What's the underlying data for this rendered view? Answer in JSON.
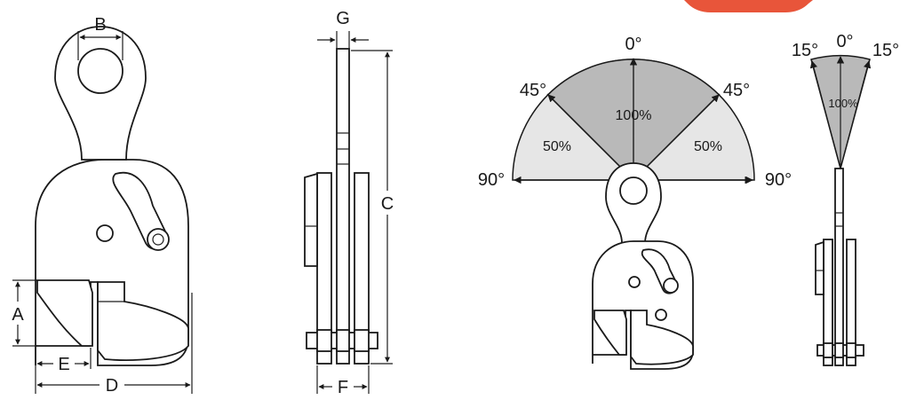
{
  "colors": {
    "outline": "#1a1a1a",
    "zone_full": "#b9b9b9",
    "zone_half": "#e6e6e6",
    "badge": "#e8553a"
  },
  "dimensions": {
    "a": "A",
    "b": "B",
    "c": "C",
    "d": "D",
    "e": "E",
    "f": "F",
    "g": "G"
  },
  "angles": {
    "zero": "0°",
    "left45": "45°",
    "right45": "45°",
    "left90": "90°",
    "right90": "90°",
    "left15": "15°",
    "right15": "15°",
    "zero_narrow": "0°"
  },
  "capacities": {
    "center": "100%",
    "left": "50%",
    "right": "50%",
    "narrow": "100%"
  }
}
